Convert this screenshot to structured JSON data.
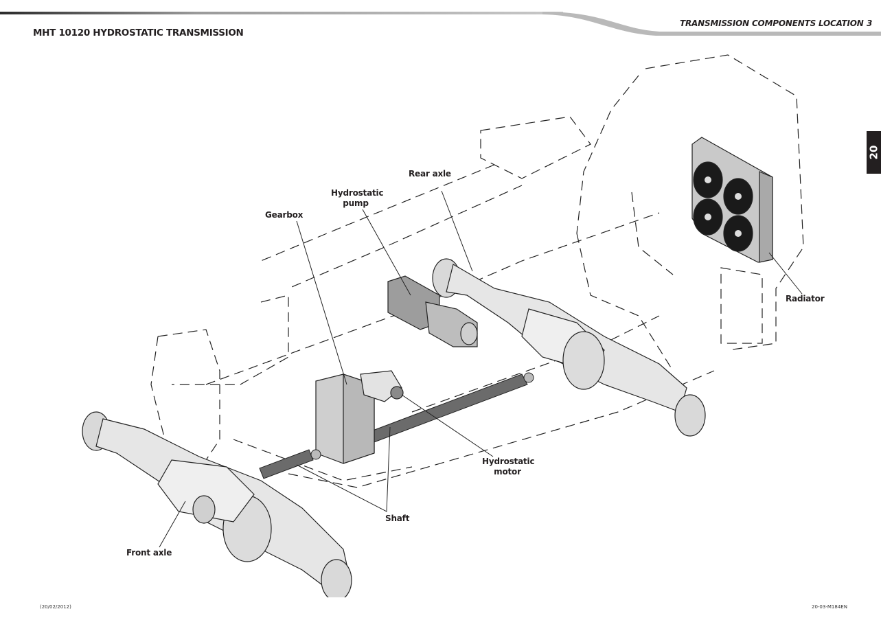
{
  "header": {
    "document_title": "MHT 10120 HYDROSTATIC TRANSMISSION",
    "section_title": "TRANSMISSION COMPONENTS LOCATION",
    "page_number": "3",
    "chapter_tab": "20"
  },
  "illustration": {
    "description": "Exploded isometric view of transmission components within dashed chassis outline",
    "callouts": [
      {
        "id": "gearbox",
        "label": "Gearbox"
      },
      {
        "id": "hydrostatic-pump",
        "label": "Hydrostatic pump"
      },
      {
        "id": "rear-axle",
        "label": "Rear axle"
      },
      {
        "id": "radiator",
        "label": "Radiator"
      },
      {
        "id": "hydrostatic-motor",
        "label": "Hydrostatic motor"
      },
      {
        "id": "shaft",
        "label": "Shaft"
      },
      {
        "id": "front-axle",
        "label": "Front axle"
      }
    ]
  },
  "footer": {
    "date": "(20/02/2012)",
    "reference": "20-03-M184EN"
  }
}
